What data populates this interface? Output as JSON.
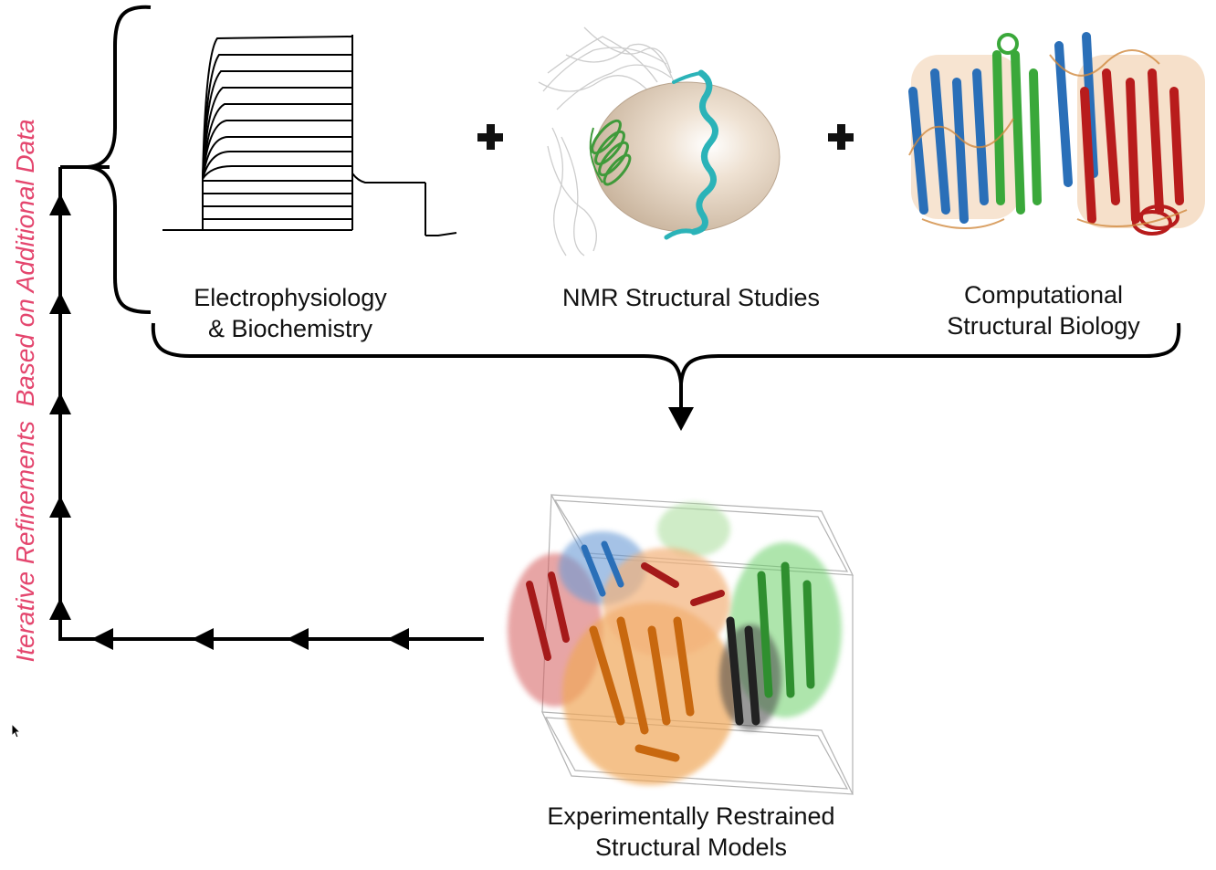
{
  "side_label": {
    "part1": "Iterative Refinements",
    "part2": "Based on Additional Data"
  },
  "panels": {
    "electro": {
      "line1": "Electrophysiology",
      "line2": "& Biochemistry"
    },
    "nmr": {
      "line1": "NMR Structural Studies"
    },
    "computational": {
      "line1": "Computational",
      "line2": "Structural Biology"
    }
  },
  "output": {
    "line1": "Experimentally Restrained",
    "line2": "Structural Models"
  },
  "colors": {
    "side_label": "#e4466e",
    "helix_blue": "#2a6fb8",
    "helix_green": "#3aa83a",
    "helix_red": "#b81c1c",
    "helix_orange": "#e07a1a",
    "helix_teal": "#2bb3b8",
    "micelle": "#e6d3bf"
  }
}
